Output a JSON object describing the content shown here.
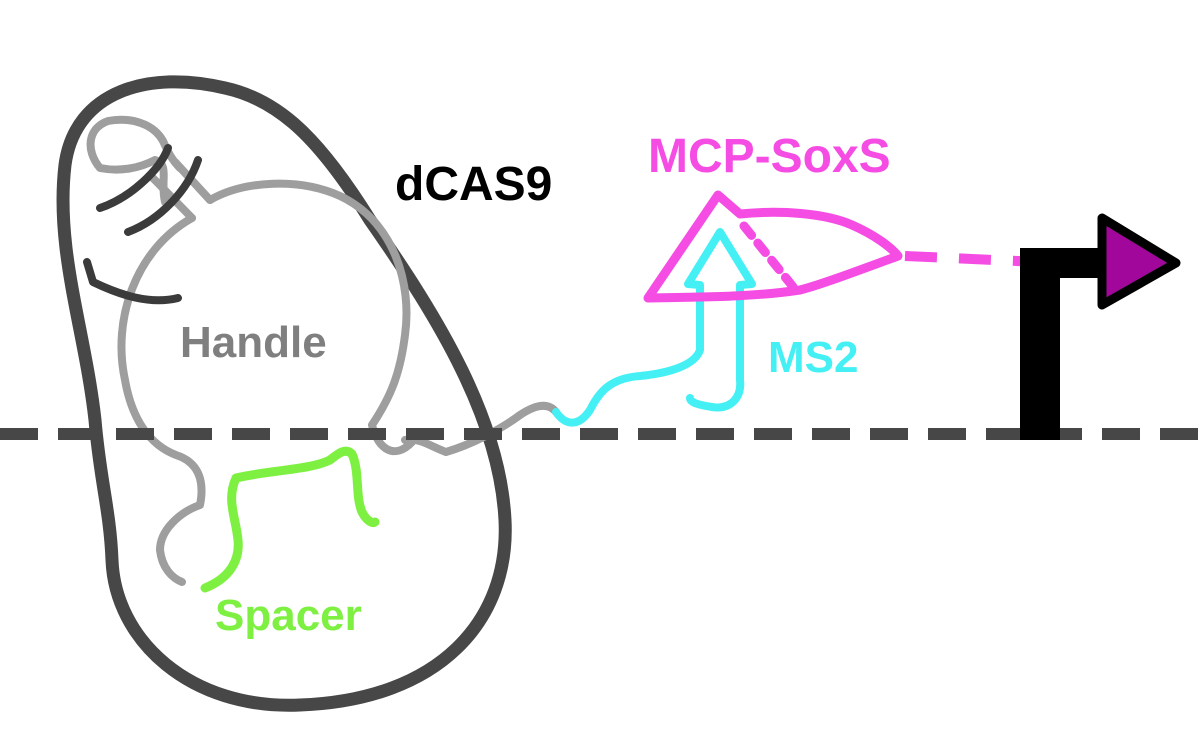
{
  "labels": {
    "protein": "dCAS9",
    "handle": "Handle",
    "activator": "MCP-SoxS",
    "aptamer": "MS2",
    "spacer": "Spacer"
  },
  "colors": {
    "dcas9": "#474747",
    "handle": "#9e9e9e",
    "handle_text": "#7f7f7f",
    "hairpin_bars": "#3b3b3b",
    "spacer": "#7ef042",
    "ms2": "#45f0f5",
    "activator": "#f54ce3",
    "promoter": "#000000",
    "arrowhead": "#a0079a",
    "dna": "#474747"
  },
  "icons": {
    "promoter": "promoter-arrow-icon",
    "dna": "dna-strand-dashed-line"
  }
}
